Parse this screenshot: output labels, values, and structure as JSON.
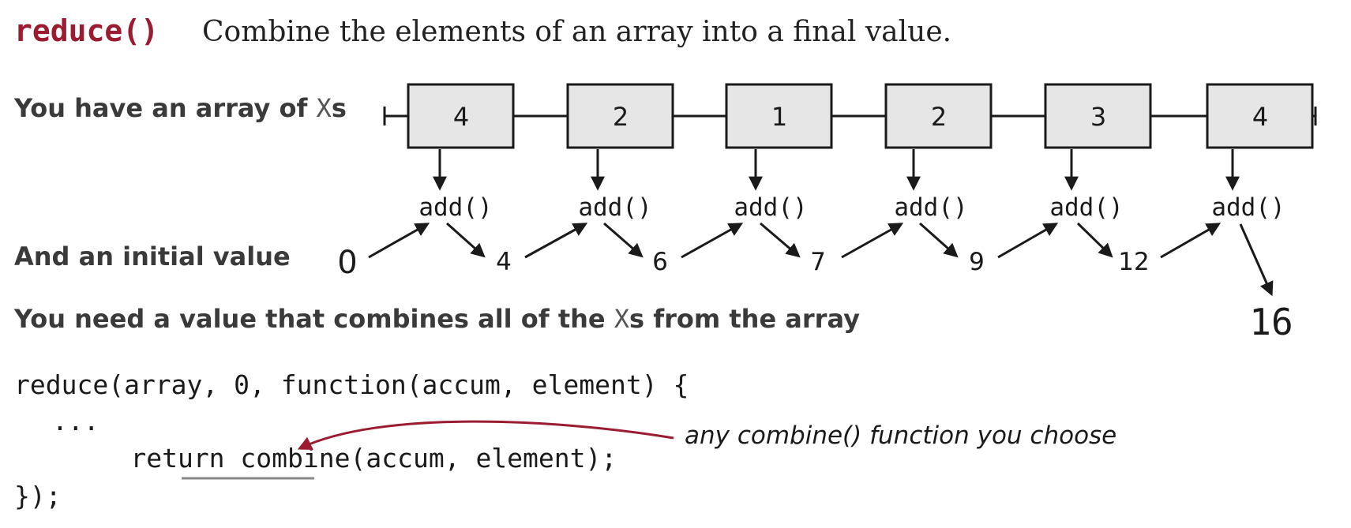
{
  "heading": {
    "function": "reduce()",
    "description": "Combine the elements of an array into a final value."
  },
  "labels": {
    "array_prefix": "You have an array of ",
    "array_x": "X",
    "array_suffix": "s",
    "initial": "And an initial value",
    "need_prefix": "You need a value that combines all of the ",
    "need_x": "X",
    "need_suffix": "s from the array"
  },
  "array": [
    "4",
    "2",
    "1",
    "2",
    "3",
    "4"
  ],
  "operation": "add()",
  "initial_value": "0",
  "accumulated": [
    "4",
    "6",
    "7",
    "9",
    "12"
  ],
  "final_value": "16",
  "code": {
    "line1": "reduce(array, 0, function(accum, element) {",
    "line2": "...",
    "line3_prefix": "return ",
    "line3_highlight": "combine",
    "line3_suffix": "(accum, element);",
    "line4": "});"
  },
  "annotation": "any combine() function you choose",
  "colors": {
    "accent": "#9b1b30",
    "box_fill": "#e6e6e6",
    "label": "#3a3a3a"
  }
}
